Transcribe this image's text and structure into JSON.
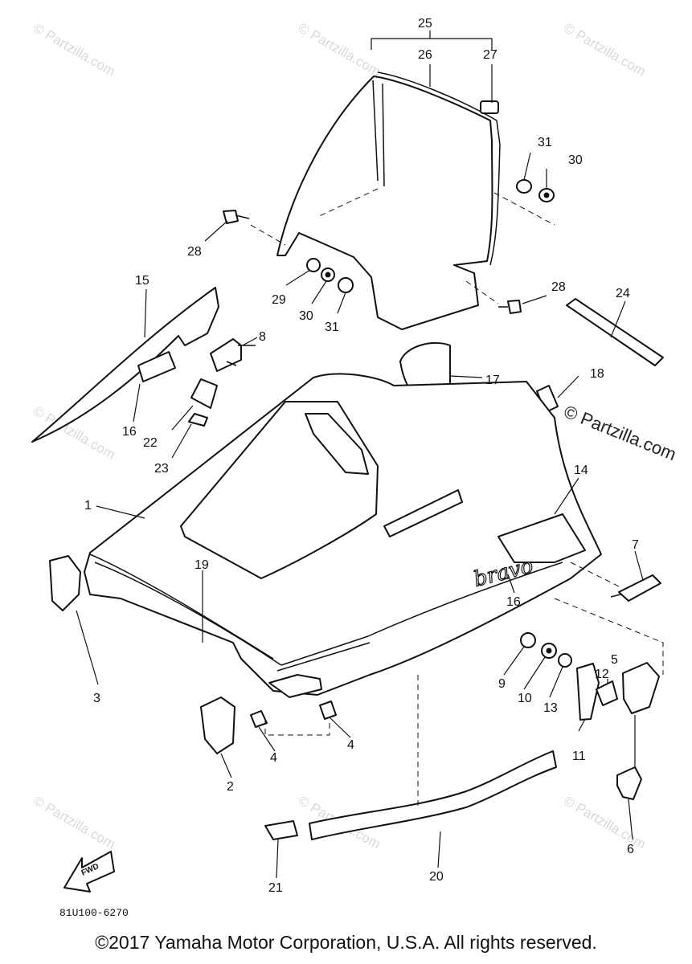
{
  "watermark_text": "© Partzilla.com",
  "watermark_prominent": "© Partzilla.com",
  "diagram_code": "81U100-6270",
  "fwd_label": "FWD",
  "brand_decal": "bravo",
  "copyright": "©2017 Yamaha Motor Corporation, U.S.A. All rights reserved.",
  "callouts": {
    "c1": "1",
    "c2": "2",
    "c3": "3",
    "c4a": "4",
    "c4b": "4",
    "c5": "5",
    "c6": "6",
    "c7": "7",
    "c8": "8",
    "c9": "9",
    "c10": "10",
    "c11": "11",
    "c12": "12",
    "c13": "13",
    "c14": "14",
    "c15": "15",
    "c16a": "16",
    "c16b": "16",
    "c17": "17",
    "c18": "18",
    "c19": "19",
    "c20": "20",
    "c21": "21",
    "c22": "22",
    "c23": "23",
    "c24": "24",
    "c25": "25",
    "c26": "26",
    "c27": "27",
    "c28a": "28",
    "c28b": "28",
    "c29": "29",
    "c30a": "30",
    "c30b": "30",
    "c31a": "31",
    "c31b": "31"
  }
}
